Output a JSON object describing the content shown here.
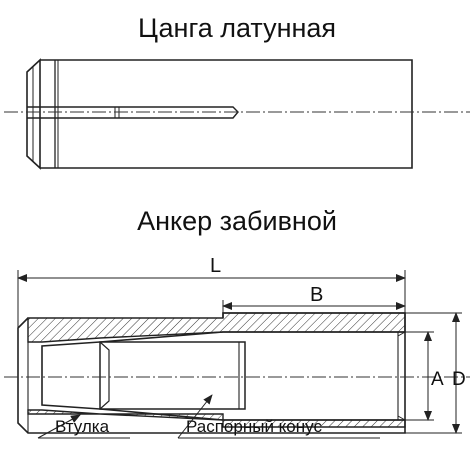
{
  "titles": {
    "collet": "Цанга латунная",
    "anchor": "Анкер забивной"
  },
  "dimensions": {
    "L": "L",
    "B": "B",
    "A": "A",
    "D": "D"
  },
  "callouts": {
    "sleeve": "Втулка",
    "expansion_cone": "Распорный конус"
  }
}
